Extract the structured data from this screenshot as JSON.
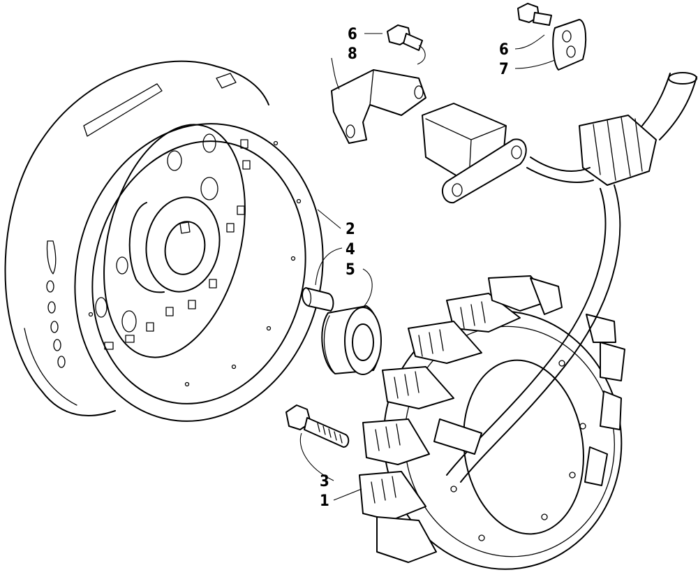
{
  "diagram": {
    "callouts": {
      "stator": "1",
      "flywheel": "2",
      "stator_bolt": "3",
      "key": "4",
      "nut": "5",
      "screw_upper_left": "6",
      "bracket": "8",
      "screw_upper_right": "6",
      "clamp": "7"
    }
  }
}
